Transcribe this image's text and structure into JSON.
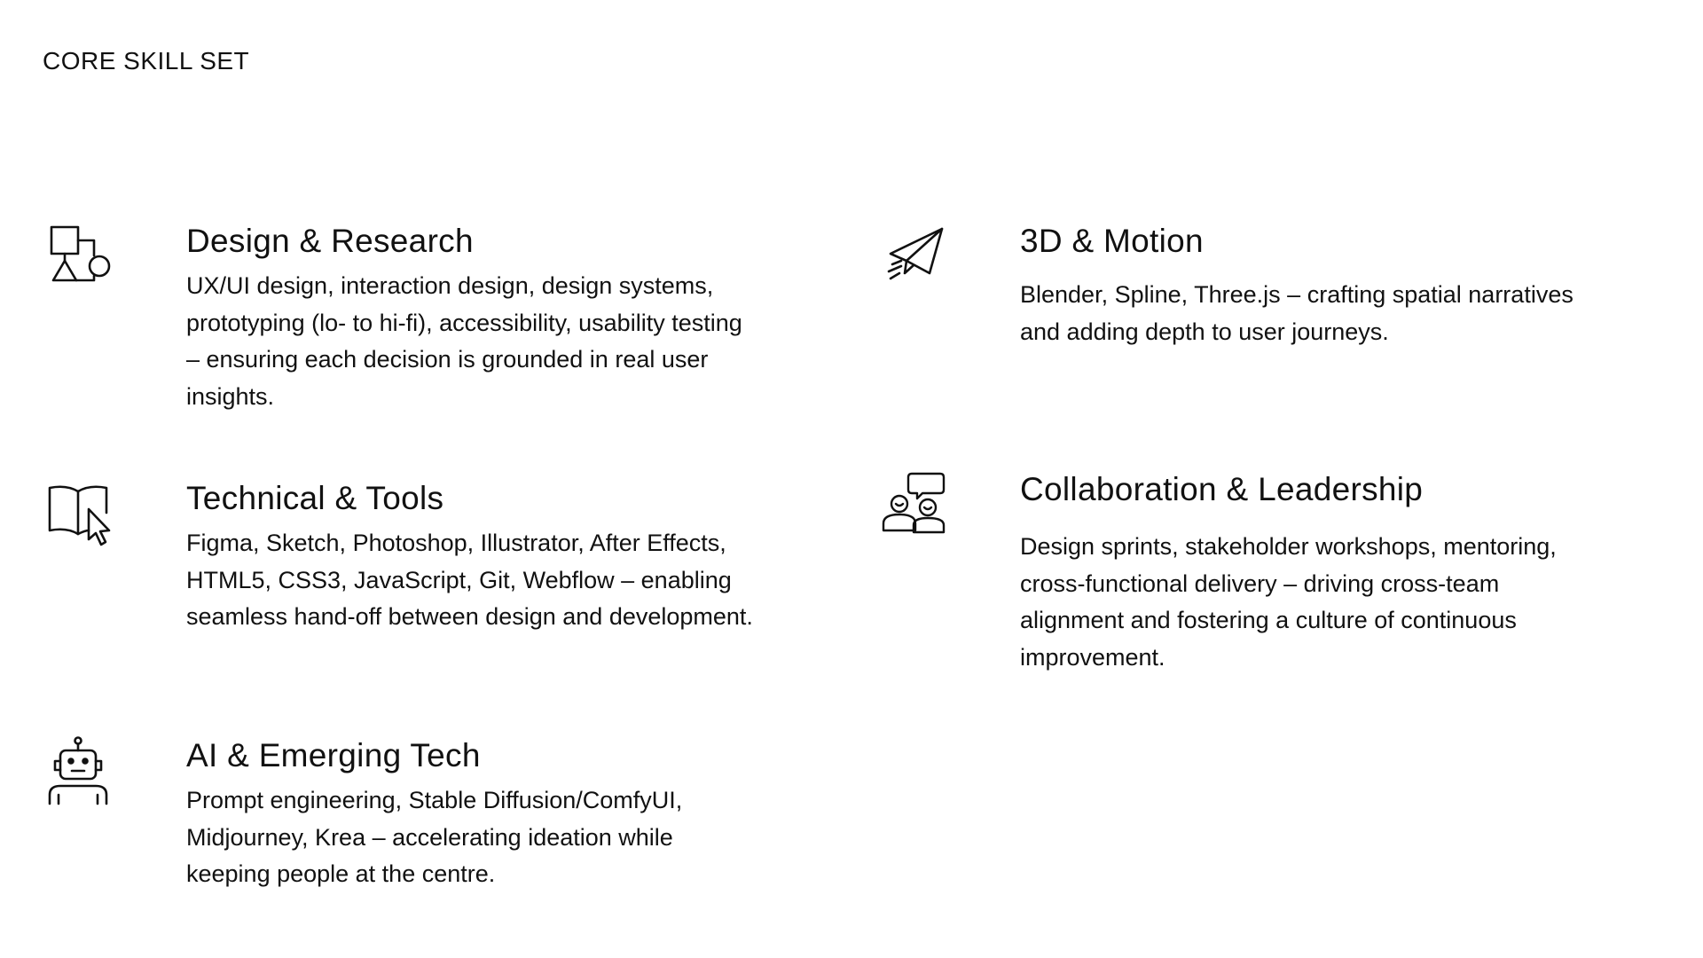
{
  "section": {
    "title": "CORE SKILL SET"
  },
  "skills": [
    {
      "icon": "shapes-icon",
      "title": "Design & Research",
      "description": "UX/UI design, interaction design, design systems, prototyping (lo- to hi-fi), accessibility, usability testing – ensuring each decision is grounded in real user insights."
    },
    {
      "icon": "paper-plane-icon",
      "title": "3D & Motion",
      "description": "Blender, Spline, Three.js – crafting spatial narratives and adding depth to user journeys."
    },
    {
      "icon": "book-cursor-icon",
      "title": "Technical & Tools",
      "description": "Figma, Sketch, Photoshop, Illustrator, After Effects, HTML5, CSS3, JavaScript, Git, Webflow – enabling seamless hand-off between design and development."
    },
    {
      "icon": "people-chat-icon",
      "title": "Collaboration & Leadership",
      "description": "Design sprints, stakeholder workshops, mentoring, cross-functional delivery – driving cross-team alignment and fostering a culture of continuous improvement."
    },
    {
      "icon": "robot-icon",
      "title": "AI & Emerging Tech",
      "description": "Prompt engineering, Stable Diffusion/ComfyUI, Midjourney, Krea – accelerating ideation while keeping people at the centre."
    }
  ],
  "colors": {
    "text": "#111111",
    "background": "#ffffff"
  }
}
